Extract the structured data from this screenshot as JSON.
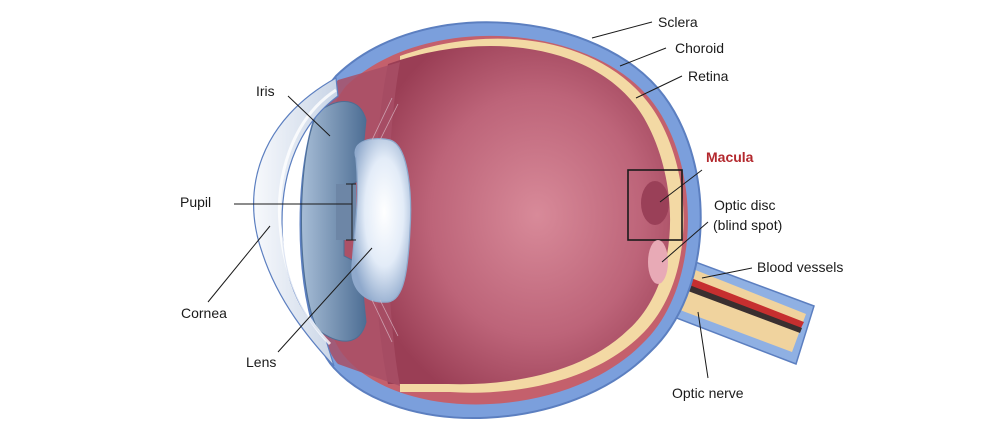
{
  "labels": {
    "sclera": "Sclera",
    "choroid": "Choroid",
    "retina": "Retina",
    "iris": "Iris",
    "macula": "Macula",
    "optic_disc_line1": "Optic disc",
    "optic_disc_line2": "(blind spot)",
    "pupil": "Pupil",
    "blood_vessels": "Blood vessels",
    "cornea": "Cornea",
    "lens": "Lens",
    "optic_nerve": "Optic nerve"
  },
  "colors": {
    "sclera": "#7b9fdc",
    "choroid": "#c4606c",
    "retina": "#f3d9a4",
    "vitreous": "#b85a6c",
    "optic_nerve": "#f0d39e",
    "vessel_red": "#c62f2f",
    "vessel_dark": "#3a2f2f",
    "lens": "#dbe7f7",
    "iris": "#6f8eb0",
    "macula": "#9a4058",
    "highlight_text": "#b3282d"
  }
}
